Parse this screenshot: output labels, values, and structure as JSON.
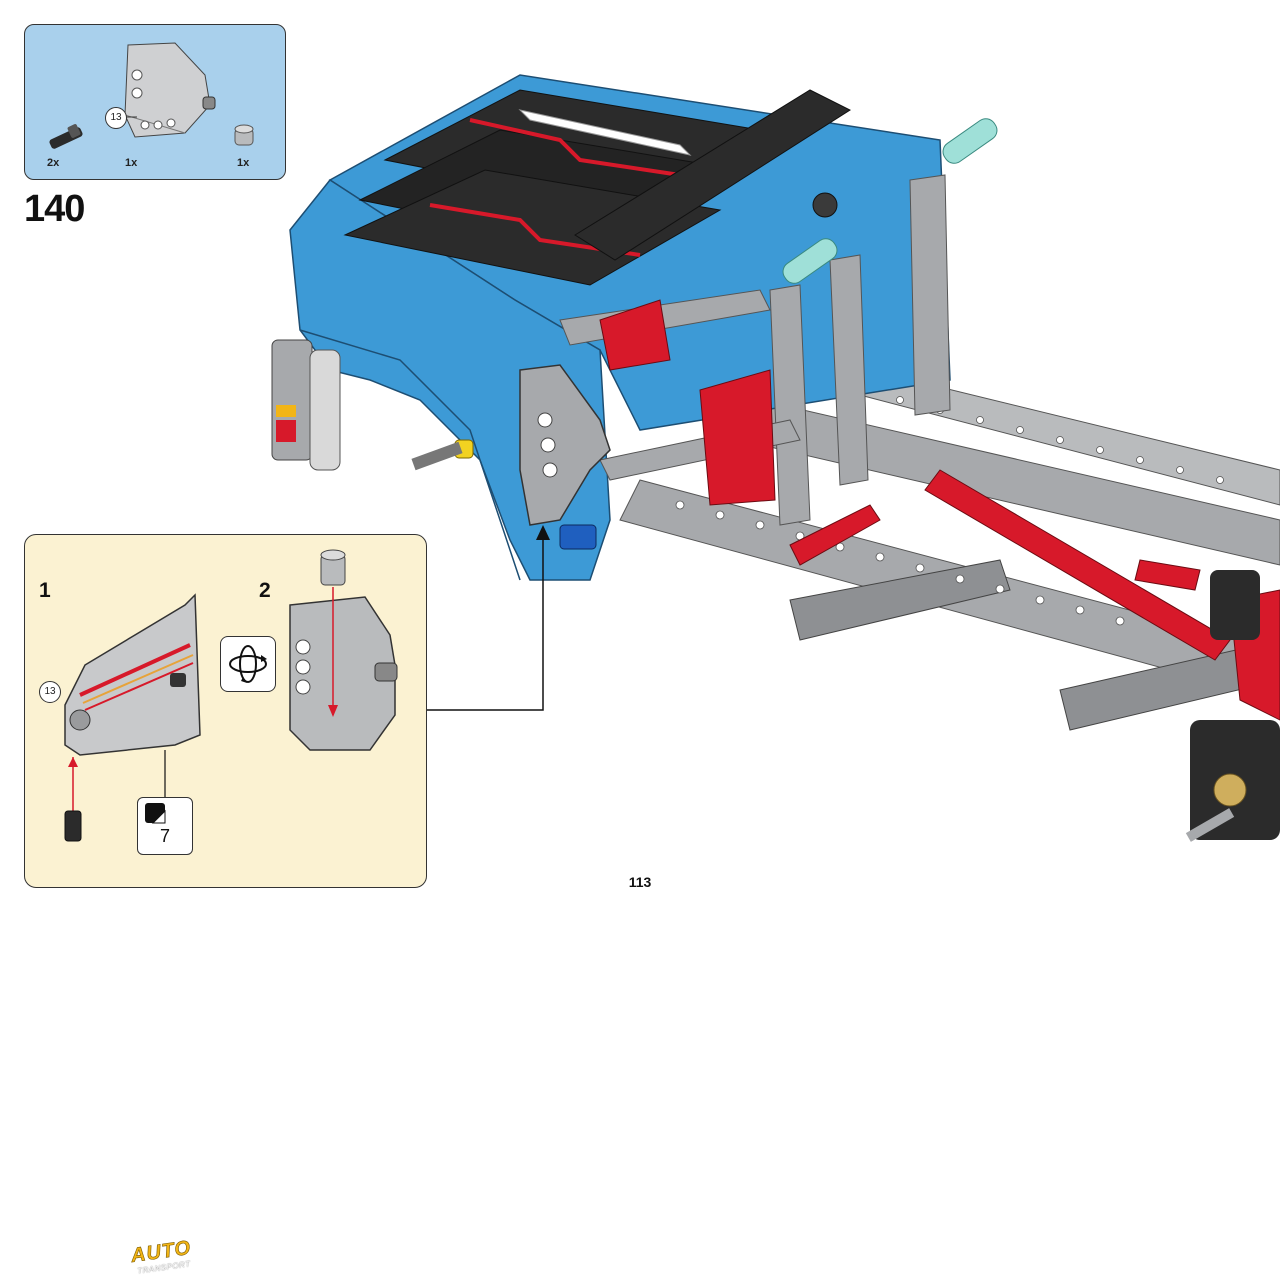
{
  "parts_list": {
    "items": [
      {
        "qty": "2x",
        "icon": "connector-pin-icon"
      },
      {
        "qty": "1x",
        "icon": "panel-fairing-icon",
        "ref": "13"
      },
      {
        "qty": "1x",
        "icon": "bush-icon"
      }
    ]
  },
  "step": {
    "number": "140"
  },
  "subassembly": {
    "steps": [
      {
        "number": "1",
        "ref": "13"
      },
      {
        "number": "2"
      }
    ],
    "sticker_number": "7",
    "logo_text": "AUTO",
    "logo_subtext": "TRANSPORT"
  },
  "page": {
    "number": "113"
  },
  "colors": {
    "parts_bg": "#a9d0ec",
    "sub_bg": "#fbf2d2",
    "model_blue": "#3d9ad6",
    "model_gray": "#a7a9ac",
    "model_red": "#d7192a",
    "model_black": "#2b2b2b"
  }
}
